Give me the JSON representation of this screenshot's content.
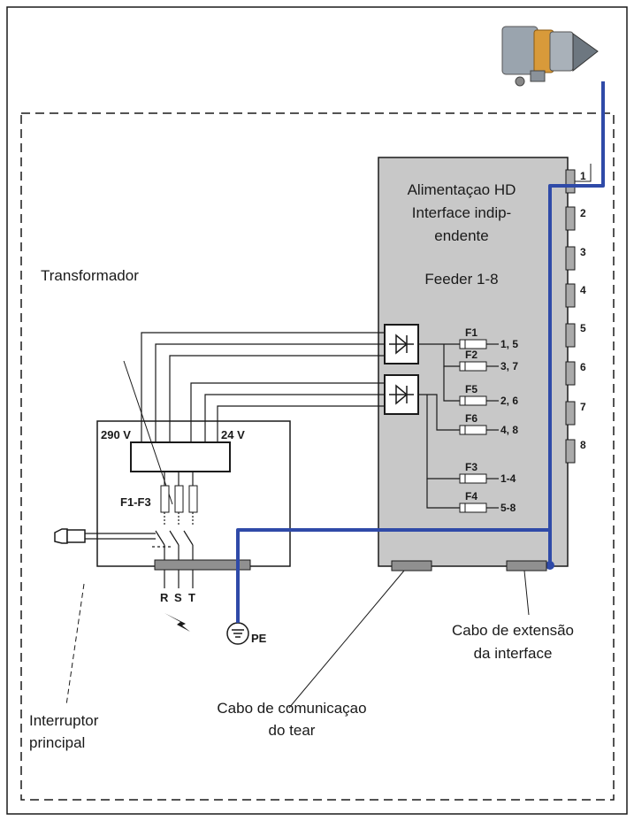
{
  "supply_box": {
    "lines": [
      "Alimentaçao HD",
      "Interface indip-",
      "endente"
    ],
    "feeder_range": "Feeder 1-8",
    "connectors": [
      "1",
      "2",
      "3",
      "4",
      "5",
      "6",
      "7",
      "8"
    ]
  },
  "fuses": [
    {
      "id": "F1",
      "feeders": "1, 5"
    },
    {
      "id": "F2",
      "feeders": "3, 7"
    },
    {
      "id": "F5",
      "feeders": "2, 6"
    },
    {
      "id": "F6",
      "feeders": "4, 8"
    },
    {
      "id": "F3",
      "feeders": "1-4"
    },
    {
      "id": "F4",
      "feeders": "5-8"
    }
  ],
  "transformer": {
    "label": "Transformador",
    "voltage_primary": "290 V",
    "voltage_secondary": "24 V",
    "fuse_label": "F1-F3",
    "phases": [
      "R",
      "S",
      "T"
    ]
  },
  "ground_label": "PE",
  "callouts": {
    "main_switch": [
      "Interruptor",
      "principal"
    ],
    "loom_cable": [
      "Cabo de comunicaçao",
      "do tear"
    ],
    "extension_cable": [
      "Cabo de extensão",
      "da interface"
    ]
  },
  "colors": {
    "cable": "#2f4aa8",
    "panel": "#c8c8c8",
    "line": "#1a1a1a"
  }
}
